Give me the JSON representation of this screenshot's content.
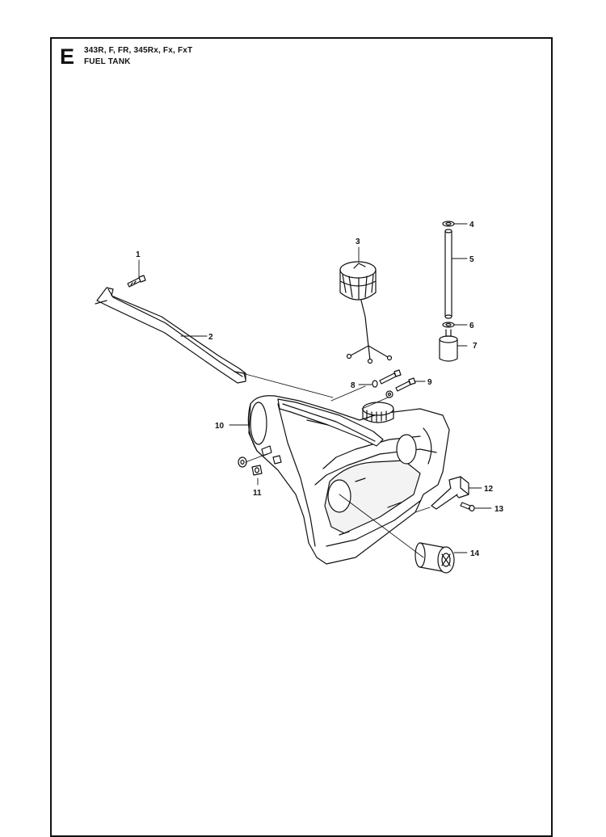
{
  "header": {
    "section_letter": "E",
    "models": "343R, F, FR, 345Rx, Fx, FxT",
    "title": "FUEL TANK"
  },
  "callouts": [
    "1",
    "2",
    "3",
    "4",
    "5",
    "6",
    "7",
    "8",
    "9",
    "10",
    "11",
    "12",
    "13",
    "14"
  ],
  "colors": {
    "line": "#111111",
    "paper": "#ffffff",
    "shade": "#d9d9d9"
  }
}
